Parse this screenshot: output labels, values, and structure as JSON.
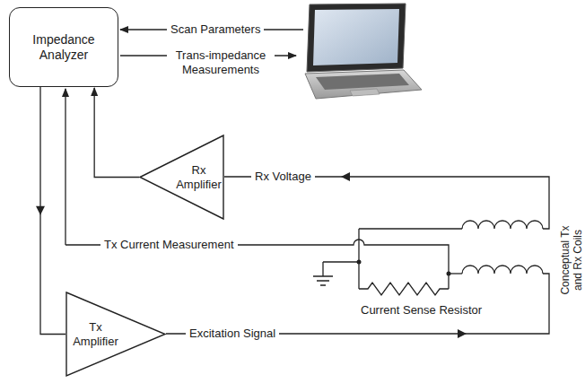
{
  "diagram": {
    "nodes": [
      {
        "text": [
          "Impedance Analyzer"
        ]
      },
      {
        "text": [
          "Rx Amplifier"
        ]
      },
      {
        "text": [
          "Tx Amplifier"
        ]
      }
    ],
    "edges": [
      {
        "from": 1,
        "to": 0,
        "arrow": "to"
      },
      {
        "from": 0,
        "to": 2,
        "arrow": "to"
      }
    ],
    "labels": [
      "Scan Parameters",
      "Trans-impedance Measurements",
      "Rx Voltage",
      "Tx Current Measurement",
      "Excitation Signal",
      "Current Sense Resistor",
      "Conceptual Tx and Rx Coils"
    ]
  }
}
